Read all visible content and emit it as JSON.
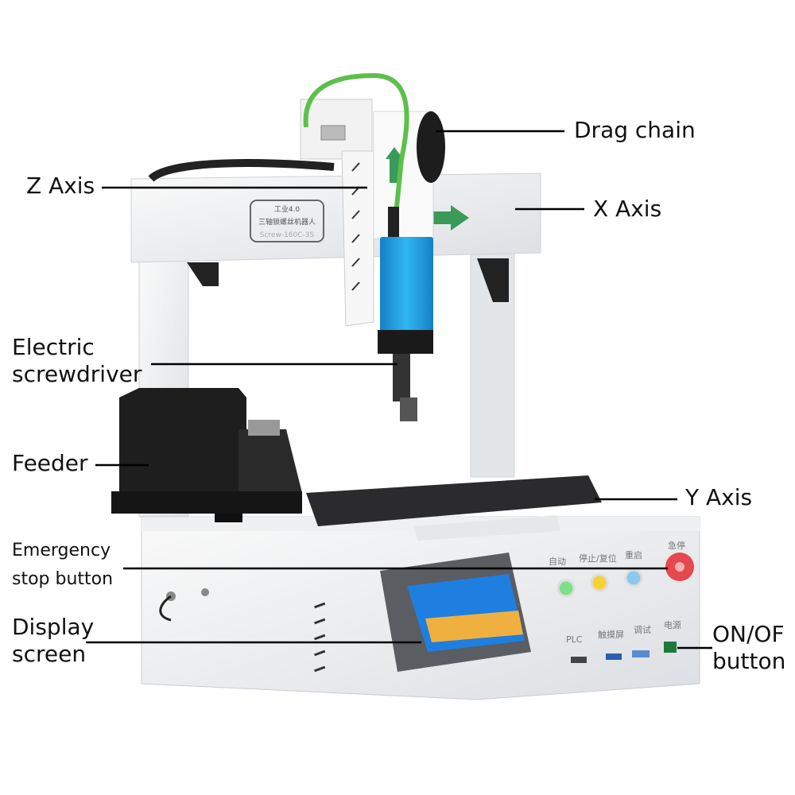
{
  "labels": {
    "drag_chain": "Drag chain",
    "z_axis": "Z Axis",
    "x_axis": "X Axis",
    "electric_screwdriver": [
      "Electric",
      "screwdriver"
    ],
    "feeder": "Feeder",
    "y_axis": "Y Axis",
    "emergency_stop": [
      "Emergency",
      "stop button"
    ],
    "display_screen": [
      "Display",
      "screen"
    ],
    "on_off_button": [
      "ON/OF",
      "button"
    ]
  },
  "machine_plate": [
    "工业4.0",
    "三轴锁螺丝机器人",
    "Screw-160C-3S"
  ],
  "panel_labels": [
    "自动",
    "停止/复位",
    "重启",
    "急停",
    "PLC",
    "触摸屏",
    "调试",
    "电源"
  ],
  "colors": {
    "screwdriver": "#1aa3e0",
    "cable": "#5cc04a",
    "arrow": "#3a9a5a",
    "table": "#2b2b2d",
    "screen": "#1e7fe0",
    "button_green": "#7fe08a",
    "button_yellow": "#f5d230",
    "button_blue": "#8cc8f0",
    "button_red": "#e5484d"
  }
}
